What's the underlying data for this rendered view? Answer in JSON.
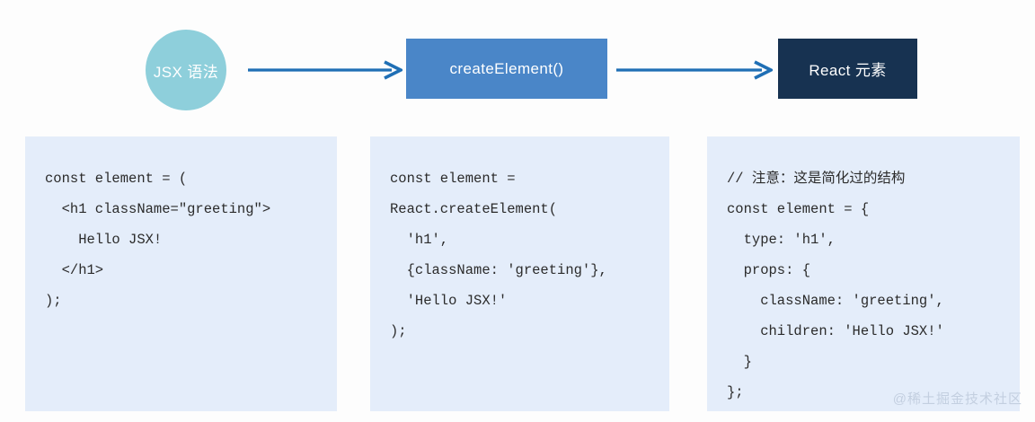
{
  "flow": {
    "nodes": [
      {
        "id": "jsx-syntax",
        "label": "JSX 语法",
        "shape": "circle",
        "color": "#8ecfdb"
      },
      {
        "id": "create-element",
        "label": "createElement()",
        "shape": "rect",
        "color": "#4a86c8"
      },
      {
        "id": "react-element",
        "label": "React 元素",
        "shape": "rect",
        "color": "#173251"
      }
    ],
    "arrows": [
      {
        "id": "arrow-jsx-to-create",
        "from": "jsx-syntax",
        "to": "create-element",
        "color": "#1f6fb5"
      },
      {
        "id": "arrow-create-to-react",
        "from": "create-element",
        "to": "react-element",
        "color": "#1f6fb5"
      }
    ]
  },
  "panels": [
    {
      "id": "jsx-code",
      "lines": [
        "const element = (",
        "  <h1 className=\"greeting\">",
        "    Hello JSX!",
        "  </h1>",
        ");"
      ]
    },
    {
      "id": "create-element-code",
      "lines": [
        "const element =",
        "React.createElement(",
        "  'h1',",
        "  {className: 'greeting'},",
        "  'Hello JSX!'",
        ");"
      ]
    },
    {
      "id": "react-element-code",
      "lines": [
        "// 注意：这是简化过的结构",
        "const element = {",
        "  type: 'h1',",
        "  props: {",
        "    className: 'greeting',",
        "    children: 'Hello JSX!'",
        "  }",
        "};"
      ]
    }
  ],
  "watermark": {
    "text": "@稀土掘金技术社区",
    "color": "#c3cfe0"
  }
}
